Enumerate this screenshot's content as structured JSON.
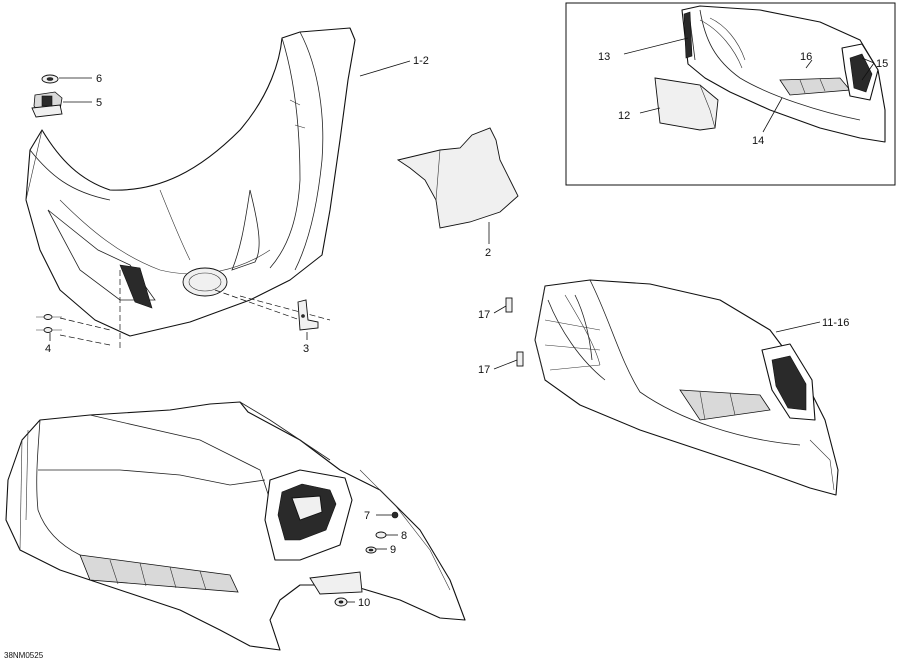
{
  "diagram": {
    "drawing_code": "38NM0525",
    "callouts": {
      "c1_2": "1-2",
      "c2": "2",
      "c3": "3",
      "c4": "4",
      "c5": "5",
      "c6": "6",
      "c7": "7",
      "c8": "8",
      "c9": "9",
      "c10": "10",
      "c11_16": "11-16",
      "c12": "12",
      "c13": "13",
      "c14": "14",
      "c15": "15",
      "c16": "16",
      "c17a": "17",
      "c17b": "17"
    }
  }
}
